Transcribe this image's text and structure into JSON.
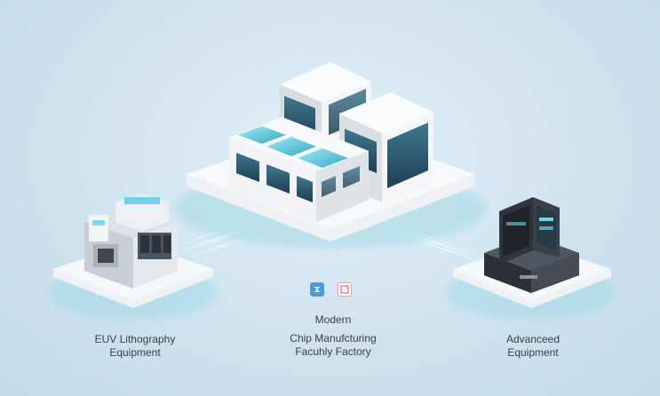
{
  "labels": {
    "left": {
      "line1": "EUV Lithography",
      "line2": "Equipment"
    },
    "center": {
      "line0": "Modern",
      "line1": "Chip Manufcturing",
      "line2": "Facuhly Factory"
    },
    "right": {
      "line1": "Advanceed",
      "line2": "Equipment"
    }
  },
  "icons": {
    "badge_a": "blue-logo-icon",
    "badge_b": "red-outline-icon"
  },
  "colors": {
    "background": "#cfe3ef",
    "platform": "#f4f6f8",
    "glow": "#8fe3f2",
    "building": "#f2f3f5",
    "window": "#2f5d73",
    "dark_equipment": "#2b3036"
  }
}
